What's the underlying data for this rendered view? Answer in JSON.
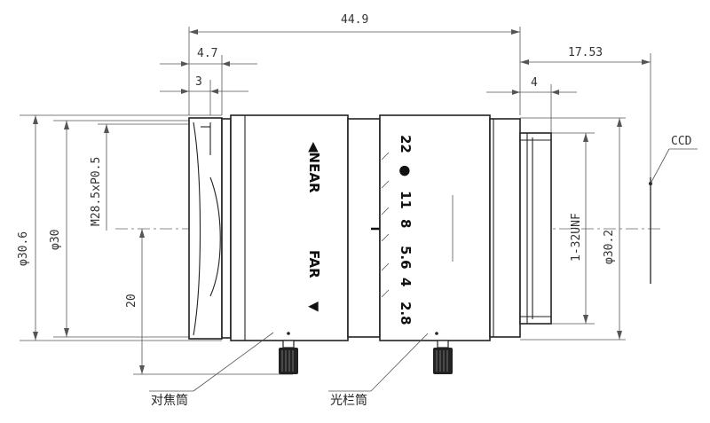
{
  "dimensions": {
    "overall_length": "44.9",
    "front_flange": "4.7",
    "front_step": "3",
    "back_flange": "4",
    "flange_back": "17.53",
    "outer_diameter": "φ30.6",
    "body_diameter": "φ30",
    "front_thread": "M28.5xP0.5",
    "half_height": "20",
    "mount_thread": "1-32UNF",
    "rear_diameter": "φ30.2"
  },
  "labels": {
    "ccd": "CCD",
    "focus_ring": "对焦筒",
    "iris_ring": "光栏筒",
    "near": "◀NEAR",
    "far": "FAR",
    "far_arrow": "▼"
  },
  "aperture_scale": [
    "22",
    "●",
    "11",
    "8",
    "5.6",
    "4",
    "2.8"
  ]
}
